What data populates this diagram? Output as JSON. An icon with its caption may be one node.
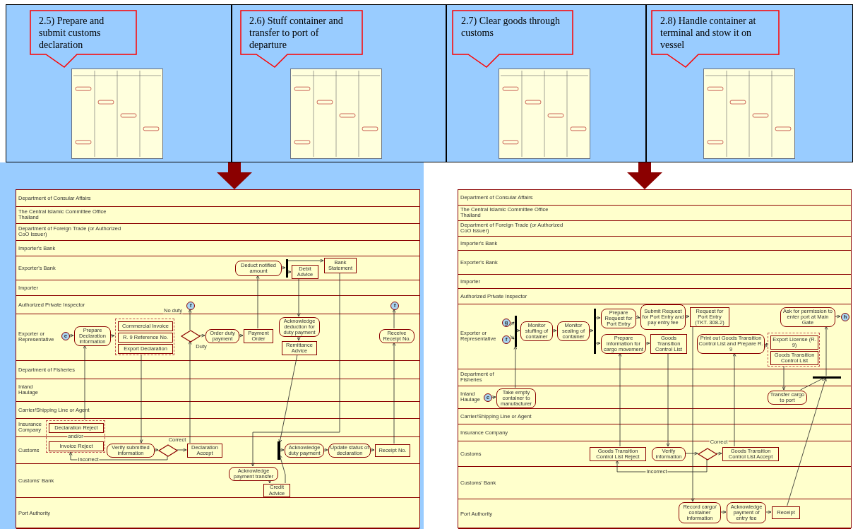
{
  "diagram": {
    "nodes": [
      {
        "text": [],
        "shape": "box"
      },
      {
        "text": [
          "2.5) Prepare and submit customs declaration"
        ],
        "in": 0
      },
      {
        "text": [],
        "shape": "picture",
        "in": 0
      },
      {
        "text": [],
        "shape": "box"
      },
      {
        "text": [
          "2.6) Stuff container and transfer to port of departure"
        ],
        "in": 3
      },
      {
        "text": [],
        "shape": "picture",
        "in": 3
      },
      {
        "text": [],
        "shape": "box"
      },
      {
        "text": [
          "2.7) Clear goods through customs"
        ],
        "in": 6
      },
      {
        "text": [],
        "shape": "picture",
        "in": 6
      },
      {
        "text": [],
        "shape": "box"
      },
      {
        "text": [
          "2.8) Handle container at terminal and stow it on vessel"
        ],
        "in": 9
      },
      {
        "text": [],
        "shape": "picture",
        "in": 9
      },
      {
        "text": [],
        "shape": "box"
      },
      {
        "text": [
          "Deduct notified amount"
        ],
        "in": 12
      },
      {
        "text": [],
        "shape": "bar",
        "in": 12
      },
      {
        "text": [
          "Debit Advice"
        ],
        "in": 12
      },
      {
        "text": [
          "Bank Statement"
        ],
        "in": 12
      },
      {
        "text": [
          "f"
        ],
        "in": 12
      },
      {
        "text": [
          "f"
        ],
        "in": 12
      },
      {
        "text": [
          "e"
        ],
        "in": 12
      },
      {
        "text": [
          "Prepare Declaration information"
        ],
        "in": 12
      },
      {
        "text": [],
        "shape": "box",
        "in": 12
      },
      {
        "text": [
          "Commercial Invoice"
        ],
        "in": 21
      },
      {
        "text": [
          "R. 9 Reference No."
        ],
        "in": 21
      },
      {
        "text": [
          "Export Declaration"
        ],
        "in": 21
      },
      {
        "text": [],
        "shape": "diamond",
        "in": 12
      },
      {
        "text": [
          "Order duty payment"
        ],
        "in": 12
      },
      {
        "text": [
          "Payment Order"
        ],
        "in": 12
      },
      {
        "text": [
          "Acknowledge deduction for duty payment"
        ],
        "in": 12
      },
      {
        "text": [
          "Remittance Advice"
        ],
        "in": 12
      },
      {
        "text": [
          "Receive Receipt No."
        ],
        "in": 12
      },
      {
        "text": [
          "and/or"
        ],
        "in": 12
      },
      {
        "text": [
          "Declaration Reject"
        ],
        "in": 31
      },
      {
        "text": [
          "Invoice Reject"
        ],
        "in": 31
      },
      {
        "text": [
          "Verify submitted information"
        ],
        "in": 12
      },
      {
        "text": [],
        "shape": "diamond",
        "in": 12
      },
      {
        "text": [
          "Declaration Accept"
        ],
        "in": 12
      },
      {
        "text": [],
        "shape": "bar",
        "in": 12
      },
      {
        "text": [
          "Acknowledge duty payment"
        ],
        "in": 12
      },
      {
        "text": [
          "Update status of declaration"
        ],
        "in": 12
      },
      {
        "text": [
          "Receipt No."
        ],
        "in": 12
      },
      {
        "text": [
          "Acknowledge payment transfer"
        ],
        "in": 12
      },
      {
        "text": [
          "Credit Advice"
        ],
        "in": 12
      },
      {
        "text": [],
        "shape": "box"
      },
      {
        "text": [
          "g"
        ],
        "in": 43
      },
      {
        "text": [
          "f"
        ],
        "in": 43
      },
      {
        "text": [],
        "shape": "bar",
        "in": 43
      },
      {
        "text": [
          "Monitor stuffing of container"
        ],
        "in": 43
      },
      {
        "text": [
          "Monitor sealing of container"
        ],
        "in": 43
      },
      {
        "text": [],
        "shape": "bar",
        "in": 43
      },
      {
        "text": [
          "Prepare Request for Port Entry"
        ],
        "in": 43
      },
      {
        "text": [
          "Submit Request for Port Entry and pay entry fee"
        ],
        "in": 43
      },
      {
        "text": [
          "Request for Port Entry (TKT. 308.2)"
        ],
        "in": 43
      },
      {
        "text": [
          "Ask for permission to enter port at Main Gate"
        ],
        "in": 43
      },
      {
        "text": [
          "h"
        ],
        "in": 43
      },
      {
        "text": [
          "Prepare information for cargo movement"
        ],
        "in": 43
      },
      {
        "text": [
          "Goods Transition Control List"
        ],
        "in": 43
      },
      {
        "text": [
          "Print out Goods Transition Control List and Prepare R. 9"
        ],
        "in": 43
      },
      {
        "text": [],
        "shape": "box",
        "in": 43
      },
      {
        "text": [
          "Export License (R. 9)"
        ],
        "in": 58
      },
      {
        "text": [
          "Goods Transition Control List"
        ],
        "in": 58
      },
      {
        "text": [],
        "shape": "bar",
        "in": 43
      },
      {
        "text": [
          "c"
        ],
        "in": 43
      },
      {
        "text": [
          "Take empty container to manufacturer"
        ],
        "in": 43
      },
      {
        "text": [
          "Transfer cargo to port"
        ],
        "in": 43
      },
      {
        "text": [
          "Goods Transition Control List Reject"
        ],
        "in": 43
      },
      {
        "text": [
          "Verify information"
        ],
        "in": 43
      },
      {
        "text": [],
        "shape": "diamond",
        "in": 43
      },
      {
        "text": [
          "Goods Transition Control List Accept"
        ],
        "in": 43
      },
      {
        "text": [
          "Record cargo/ container information"
        ],
        "in": 43
      },
      {
        "text": [
          "Acknowledge payment of entry fee"
        ],
        "in": 43
      },
      {
        "text": [
          "Receipt"
        ],
        "in": 43
      }
    ],
    "edges": [
      {
        "from": 19,
        "to": 20,
        "arrow": "to"
      },
      {
        "from": 20,
        "to": 21,
        "arrow": "to"
      },
      {
        "from": 21,
        "to": 34,
        "arrow": "to"
      },
      {
        "from": 34,
        "to": 35,
        "arrow": "to"
      },
      {
        "from": 35,
        "to": 36,
        "arrow": "to",
        "label": "Correct"
      },
      {
        "from": 35,
        "to": 31,
        "arrow": "to",
        "label": "Incorrect"
      },
      {
        "from": 31,
        "to": 20,
        "arrow": "to"
      },
      {
        "from": 36,
        "to": 25,
        "arrow": "to"
      },
      {
        "from": 25,
        "to": 17,
        "arrow": "to",
        "label": "No duty"
      },
      {
        "from": 25,
        "to": 26,
        "arrow": "to",
        "label": "Duty"
      },
      {
        "from": 26,
        "to": 27,
        "arrow": "to"
      },
      {
        "from": 27,
        "to": 13,
        "arrow": "to"
      },
      {
        "from": 13,
        "to": 14,
        "arrow": "to"
      },
      {
        "from": 14,
        "to": 15,
        "arrow": "to"
      },
      {
        "from": 14,
        "to": 16,
        "arrow": "to"
      },
      {
        "from": 15,
        "to": 28,
        "arrow": "to"
      },
      {
        "from": 28,
        "to": 29,
        "arrow": "to"
      },
      {
        "from": 29,
        "to": 37,
        "arrow": "to"
      },
      {
        "from": 16,
        "to": 41,
        "arrow": "to"
      },
      {
        "from": 41,
        "to": 42,
        "arrow": "to"
      },
      {
        "from": 42,
        "to": 37,
        "arrow": "to"
      },
      {
        "from": 37,
        "to": 38,
        "arrow": "to"
      },
      {
        "from": 38,
        "to": 39,
        "arrow": "to"
      },
      {
        "from": 39,
        "to": 40,
        "arrow": "to"
      },
      {
        "from": 40,
        "to": 30,
        "arrow": "to"
      },
      {
        "from": 30,
        "to": 18,
        "arrow": "to"
      },
      {
        "from": 44,
        "to": 46,
        "arrow": "to"
      },
      {
        "from": 45,
        "to": 46,
        "arrow": "to"
      },
      {
        "from": 63,
        "to": 46,
        "arrow": "to"
      },
      {
        "from": 62,
        "to": 63,
        "arrow": "to"
      },
      {
        "from": 46,
        "to": 47,
        "arrow": "to"
      },
      {
        "from": 47,
        "to": 48,
        "arrow": "to"
      },
      {
        "from": 48,
        "to": 49,
        "arrow": "to"
      },
      {
        "from": 49,
        "to": 50,
        "arrow": "to"
      },
      {
        "from": 49,
        "to": 55,
        "arrow": "to"
      },
      {
        "from": 50,
        "to": 51,
        "arrow": "to"
      },
      {
        "from": 51,
        "to": 52,
        "arrow": "to"
      },
      {
        "from": 55,
        "to": 56,
        "arrow": "to"
      },
      {
        "from": 56,
        "to": 66,
        "arrow": "to"
      },
      {
        "from": 66,
        "to": 67,
        "arrow": "to"
      },
      {
        "from": 67,
        "to": 68,
        "arrow": "to",
        "label": "Correct"
      },
      {
        "from": 67,
        "to": 65,
        "arrow": "to",
        "label": "Incorrect"
      },
      {
        "from": 65,
        "to": 55,
        "arrow": "to"
      },
      {
        "from": 68,
        "to": 57,
        "arrow": "to"
      },
      {
        "from": 57,
        "to": 58,
        "arrow": "to"
      },
      {
        "from": 52,
        "to": 69,
        "arrow": "to"
      },
      {
        "from": 69,
        "to": 70,
        "arrow": "to"
      },
      {
        "from": 70,
        "to": 71,
        "arrow": "to"
      },
      {
        "from": 71,
        "to": 61,
        "arrow": "to"
      },
      {
        "from": 58,
        "to": 64,
        "arrow": "to"
      },
      {
        "from": 64,
        "to": 61,
        "arrow": "to"
      },
      {
        "from": 61,
        "to": 53,
        "arrow": "to"
      },
      {
        "from": 53,
        "to": 54,
        "arrow": "to"
      },
      {
        "from": 3,
        "to": 12,
        "arrow": "to",
        "style": "thick",
        "color": "#8b0000"
      },
      {
        "from": 6,
        "to": 43,
        "arrow": "to",
        "style": "thick",
        "color": "#8b0000"
      }
    ],
    "labels": [
      "Department of Consular Affairs",
      "The Central Islamic Committee Office Thailand",
      "Department of Foreign Trade (or Authorized CoO Issuer)",
      "Importer's Bank",
      "Exporter's Bank",
      "Importer",
      "Authorized Private Inspector",
      "Exporter or Representative",
      "Department of Fisheries",
      "Inland Haulage",
      "Carrier/Shipping Line or Agent",
      "Insurance Company",
      "Customs",
      "Customs' Bank",
      "Port Authority",
      "Department of Consular Affairs",
      "The Central Islamic Committee Office Thailand",
      "Department of Foreign Trade (or Authorized CoO Issuer)",
      "Importer's Bank",
      "Exporter's Bank",
      "Importer",
      "Authorized Private Inspector",
      "Exporter or Representative",
      "Department of Fisheries",
      "Inland Haulage",
      "Carrier/Shipping Line or Agent",
      "Insurance Company",
      "Customs",
      "Customs' Bank",
      "Port Authority"
    ]
  }
}
